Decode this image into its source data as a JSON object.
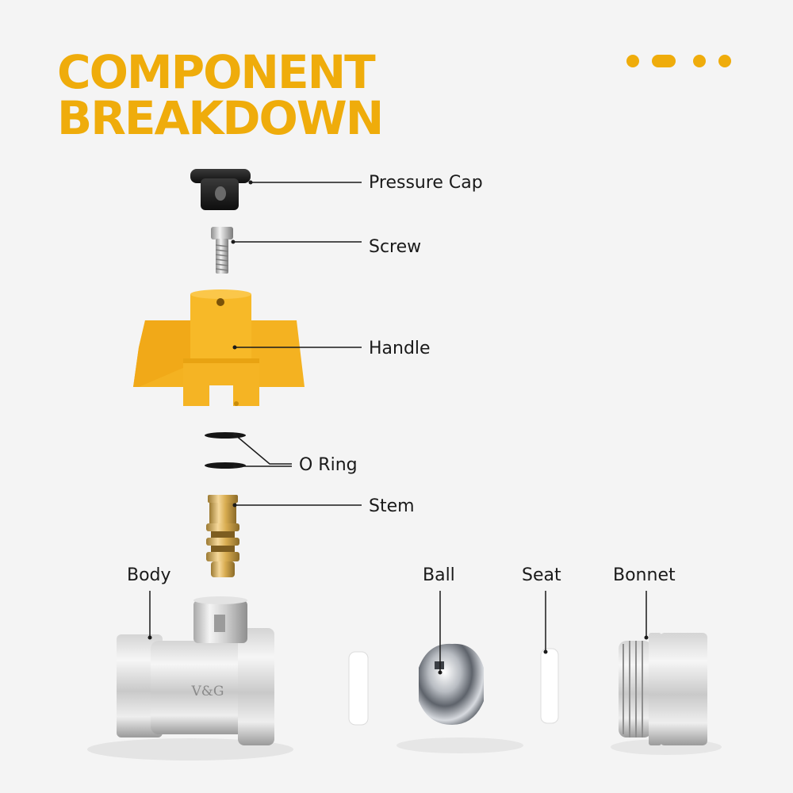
{
  "title": {
    "line1": "COMPONENT",
    "line2": "BREAKDOWN"
  },
  "colors": {
    "accent": "#efac0b",
    "handle": "#f4b221",
    "background": "#f4f4f4",
    "leader": "#1a1a1a"
  },
  "decor": {
    "icon": "pagination-dots-icon"
  },
  "parts": {
    "pressure_cap": "Pressure Cap",
    "screw": "Screw",
    "handle": "Handle",
    "o_ring": "O Ring",
    "stem": "Stem",
    "body": "Body",
    "ball": "Ball",
    "seat": "Seat",
    "bonnet": "Bonnet"
  },
  "body_marking": "V&G"
}
